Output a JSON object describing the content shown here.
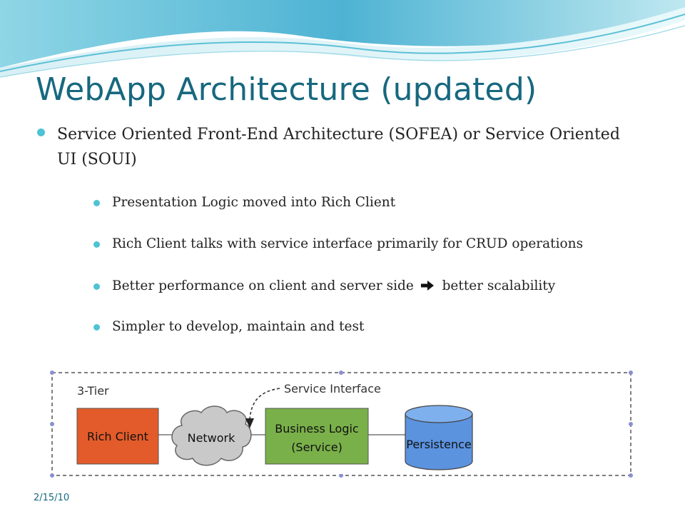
{
  "slide": {
    "title": "WebApp Architecture (updated)",
    "bullet_main": "Service Oriented Front-End Architecture (SOFEA) or Service Oriented UI (SOUI)",
    "sub_bullets": [
      "Presentation Logic moved into Rich Client",
      "Rich Client talks with service interface primarily for CRUD operations",
      "Better performance on client and server side",
      "better scalability",
      "Simpler to develop, maintain and test"
    ],
    "footer_date": "2/15/10"
  },
  "diagram": {
    "tier_label": "3-Tier",
    "service_interface": "Service Interface",
    "rich_client": "Rich Client",
    "network": "Network",
    "business_logic_line1": "Business Logic",
    "business_logic_line2": "(Service)",
    "persistence": "Persistence"
  },
  "colors": {
    "title": "#17687f",
    "bullet": "#4ec3d3",
    "rich_client": "#e35b2a",
    "business_logic": "#7ab04a",
    "persistence": "#5b93df",
    "network": "#c9c9c9"
  },
  "icons": {
    "arrow": "right-arrow-icon"
  }
}
